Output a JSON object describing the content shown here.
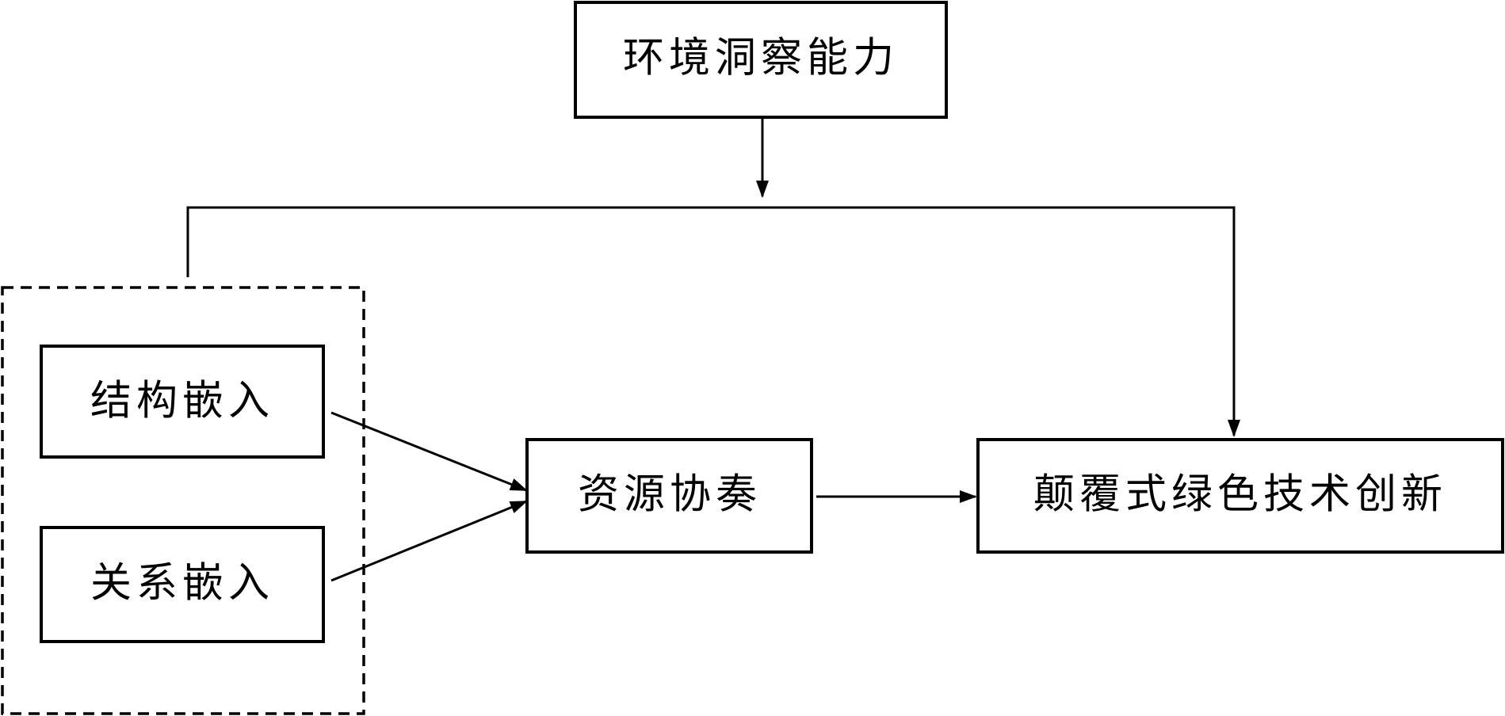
{
  "nodes": {
    "env": {
      "label": "环境洞察能力"
    },
    "structural": {
      "label": "结构嵌入"
    },
    "relational": {
      "label": "关系嵌入"
    },
    "orchestration": {
      "label": "资源协奏"
    },
    "innovation": {
      "label": "颠覆式绿色技术创新"
    }
  },
  "colors": {
    "stroke": "#000000",
    "background": "#ffffff"
  }
}
